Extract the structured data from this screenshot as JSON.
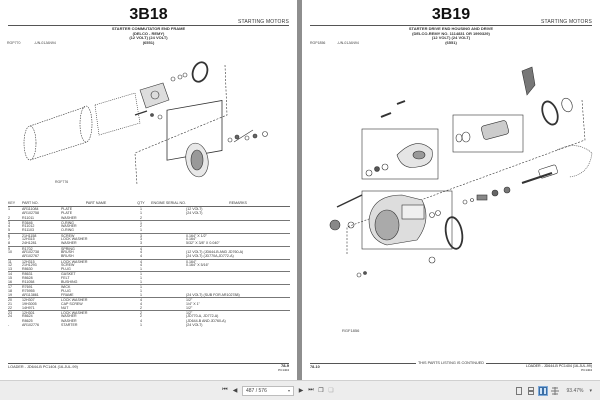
{
  "left_page": {
    "title": "3B18",
    "section": "STARTING MOTORS",
    "caption": [
      "STARTER COMMUTATOR END FRAME",
      "(DELCO - REMY)",
      "(12 VOLT) (24 VOLT)",
      "(6551)"
    ],
    "ref_code": "RGP770",
    "ref_date": "-UN-01JAN94",
    "figure_label": "RGF776",
    "table": {
      "headers": {
        "key": "KEY",
        "part_no": "PART NO.",
        "part_name": "PART NAME",
        "qty": "QTY",
        "serial": "ENGINE SERIAL NO.",
        "remarks": "REMARKS"
      },
      "rows": [
        {
          "key": "1",
          "part_no": "AR111084",
          "part_name": "PLATE",
          "qty": "1",
          "remarks": "(12 VOLT)",
          "sep": false
        },
        {
          "key": "",
          "part_no": "AR102758",
          "part_name": "PLATE",
          "qty": "1",
          "remarks": "(24 VOLT)",
          "sep": false
        },
        {
          "key": "2",
          "part_no": "R11011",
          "part_name": "WASHER",
          "qty": "2",
          "remarks": "",
          "sep": false
        },
        {
          "key": "3",
          "part_no": "R3646",
          "part_name": "O-RING",
          "qty": "1",
          "remarks": "",
          "sep": true
        },
        {
          "key": "4",
          "part_no": "R11012",
          "part_name": "WASHER",
          "qty": "2",
          "remarks": "",
          "sep": false
        },
        {
          "key": "5",
          "part_no": "R11103",
          "part_name": "O-RING",
          "qty": "1",
          "remarks": "",
          "sep": false
        },
        {
          "key": "6",
          "part_no": "21H1158",
          "part_name": "SCREW",
          "qty": "3",
          "remarks": "0.164\" X 1/2\"",
          "sep": true
        },
        {
          "key": "7",
          "part_no": "12H315",
          "part_name": "LOCK WASHER",
          "qty": "3",
          "remarks": "0.164\"",
          "sep": false
        },
        {
          "key": "8",
          "part_no": "24H1281",
          "part_name": "WASHER",
          "qty": "3",
          "remarks": "5/32\" X 3/8\" X 0.040\"",
          "sep": false
        },
        {
          "key": "9",
          "part_no": "R1702",
          "part_name": "SPRING",
          "qty": "4",
          "remarks": "",
          "sep": true
        },
        {
          "key": "10",
          "part_no": "AR102738",
          "part_name": "BRUSH",
          "qty": "4",
          "remarks": "(12 VOLT) (JD644-B AND JD760-A)",
          "sep": false
        },
        {
          "key": "",
          "part_no": "AR102767",
          "part_name": "BRUSH",
          "qty": "4",
          "remarks": "(24 VOLT) (JD770A,JD772-A)",
          "sep": false
        },
        {
          "key": "11",
          "part_no": "12H315",
          "part_name": "LOCK WASHER",
          "qty": "4",
          "remarks": "0.164\"",
          "sep": true
        },
        {
          "key": "12",
          "part_no": "21H1293",
          "part_name": "SCREW",
          "qty": "4",
          "remarks": "0.164\" X 5/16\"",
          "sep": false
        },
        {
          "key": "13",
          "part_no": "R8630",
          "part_name": "PLUG",
          "qty": "1",
          "remarks": "",
          "sep": false
        },
        {
          "key": "14",
          "part_no": "R8631",
          "part_name": "GASKET",
          "qty": "1",
          "remarks": "",
          "sep": true
        },
        {
          "key": "15",
          "part_no": "R8628",
          "part_name": "FELT",
          "qty": "1",
          "remarks": "",
          "sep": false
        },
        {
          "key": "16",
          "part_no": "R11058",
          "part_name": "BUSHING",
          "qty": "1",
          "remarks": "",
          "sep": false
        },
        {
          "key": "17",
          "part_no": "R7691",
          "part_name": "WICK",
          "qty": "1",
          "remarks": "",
          "sep": true
        },
        {
          "key": "18",
          "part_no": "R75955",
          "part_name": "PLUG",
          "qty": "1",
          "remarks": "",
          "sep": false
        },
        {
          "key": "19",
          "part_no": "AR113861",
          "part_name": "FRAME",
          "qty": "1",
          "remarks": "(24 VOLT) (SUB FOR AR102788)",
          "sep": false
        },
        {
          "key": "20",
          "part_no": "12H307",
          "part_name": "LOCK WASHER",
          "qty": "4",
          "remarks": "1/2\"",
          "sep": true
        },
        {
          "key": "21",
          "part_no": "19H3005",
          "part_name": "CAP SCREW",
          "qty": "4",
          "remarks": "1/4\" X 1\"",
          "sep": false
        },
        {
          "key": "22",
          "part_no": "14H971",
          "part_name": "NUT",
          "qty": "2",
          "remarks": "1/2\"",
          "sep": false
        },
        {
          "key": "23",
          "part_no": "12H301",
          "part_name": "LOCK WASHER",
          "qty": "2",
          "remarks": "1/2\"",
          "sep": true
        },
        {
          "key": "24",
          "part_no": "R8624",
          "part_name": "WASHER",
          "qty": "2",
          "remarks": "(JD770-A, JD772-A)",
          "sep": false
        },
        {
          "key": "",
          "part_no": "R8625",
          "part_name": "WASHER",
          "qty": "4",
          "remarks": "(JD644-B AND JD760-A)",
          "sep": false
        },
        {
          "key": "-",
          "part_no": "AR102776",
          "part_name": "STARTER",
          "qty": "1",
          "remarks": "(24 VOLT)",
          "sep": false
        }
      ]
    },
    "footer_left": "LOADER - JD644-B  PC1404    (16-JUL-99)",
    "footer_page": "78-9",
    "footer_sub": "PC1404"
  },
  "right_page": {
    "title": "3B19",
    "section": "STARTING MOTORS",
    "caption": [
      "STARTER DRIVE END HOUSING AND DRIVE",
      "(DELCO-REMY NO. 1114831 OR 1990329)",
      "(12 VOLT) (24 VOLT)",
      "(6551)"
    ],
    "ref_code": "RGP1856",
    "ref_date": "-UN-01JAN94",
    "figure_label": "RGF1856",
    "continued": "THIS PARTS LISTING IS CONTINUED",
    "footer_page": "78-10",
    "footer_right": "LOADER - JD644-B  PC1404    (16-JUL-99)",
    "footer_sub": "PC1404"
  },
  "statusbar": {
    "page_indicator": "487 / 576",
    "zoom_level": "93.47%",
    "icons": [
      "first-page-icon",
      "prev-page-icon",
      "next-page-icon",
      "last-page-icon",
      "copy-icon",
      "paste-icon",
      "single-page-icon",
      "continuous-icon",
      "two-page-icon",
      "fit-icon"
    ]
  }
}
